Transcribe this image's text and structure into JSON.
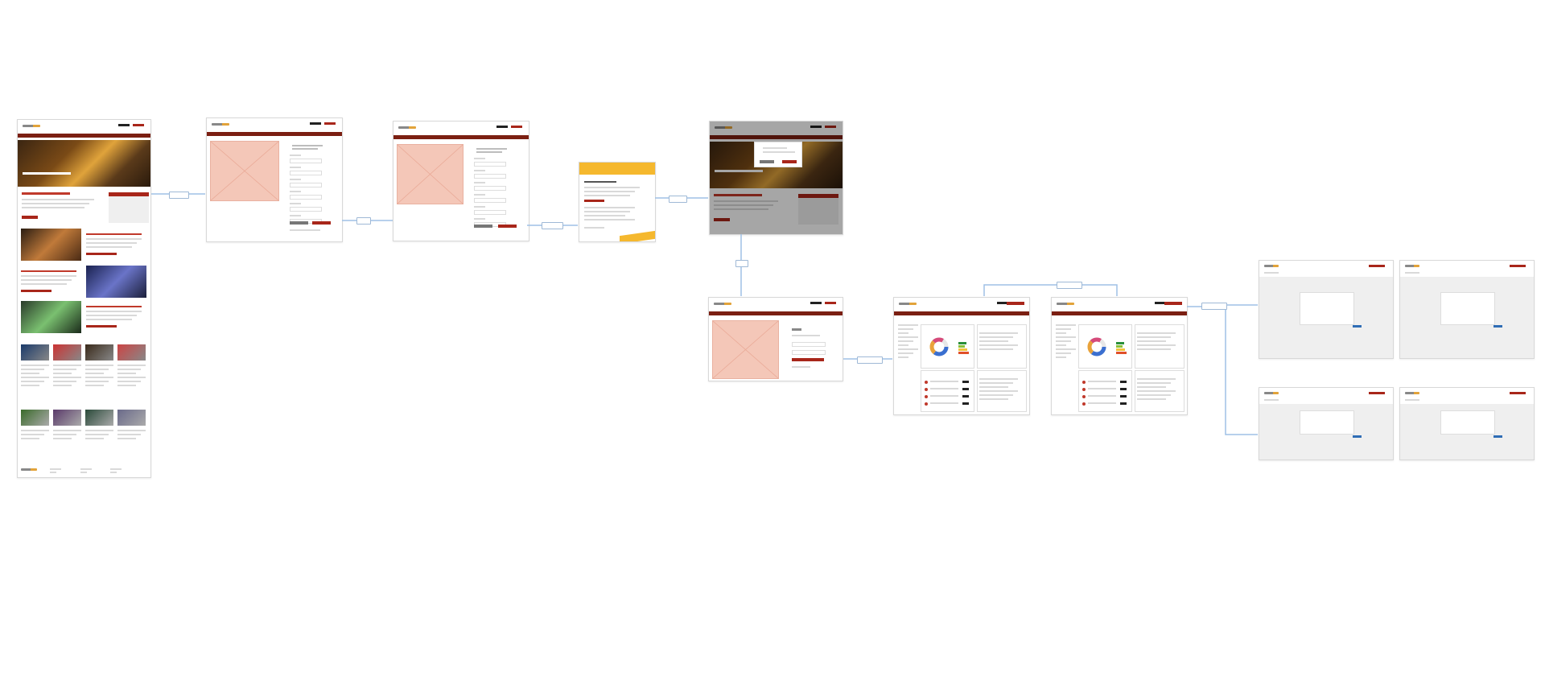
{
  "diagram": {
    "screens": [
      {
        "id": "homepage"
      },
      {
        "id": "register-step-1"
      },
      {
        "id": "register-step-2"
      },
      {
        "id": "confirmation-email"
      },
      {
        "id": "homepage-overlay"
      },
      {
        "id": "sign-in"
      },
      {
        "id": "dashboard-a"
      },
      {
        "id": "dashboard-b"
      },
      {
        "id": "modal-a"
      },
      {
        "id": "modal-b"
      },
      {
        "id": "modal-c"
      },
      {
        "id": "modal-d"
      }
    ],
    "connectors": [
      {
        "from": "homepage",
        "to": "register-step-1",
        "label": ""
      },
      {
        "from": "register-step-1",
        "to": "register-step-2",
        "label": ""
      },
      {
        "from": "register-step-2",
        "to": "confirmation-email",
        "label": ""
      },
      {
        "from": "confirmation-email",
        "to": "homepage-overlay",
        "label": ""
      },
      {
        "from": "homepage-overlay",
        "to": "sign-in",
        "label": ""
      },
      {
        "from": "sign-in",
        "to": "dashboard-a",
        "label": ""
      },
      {
        "from": "dashboard-a",
        "to": "dashboard-b",
        "label": ""
      },
      {
        "from": "dashboard-b",
        "to": "modal-group",
        "label": ""
      }
    ],
    "colors": {
      "brand_red": "#a8261a",
      "nav_dark_red": "#7b1f12",
      "placeholder_pink": "#f4c7b8",
      "connector_blue": "#9fc1e6",
      "email_yellow": "#f5b82e",
      "modal_blue": "#2f6db5"
    }
  }
}
